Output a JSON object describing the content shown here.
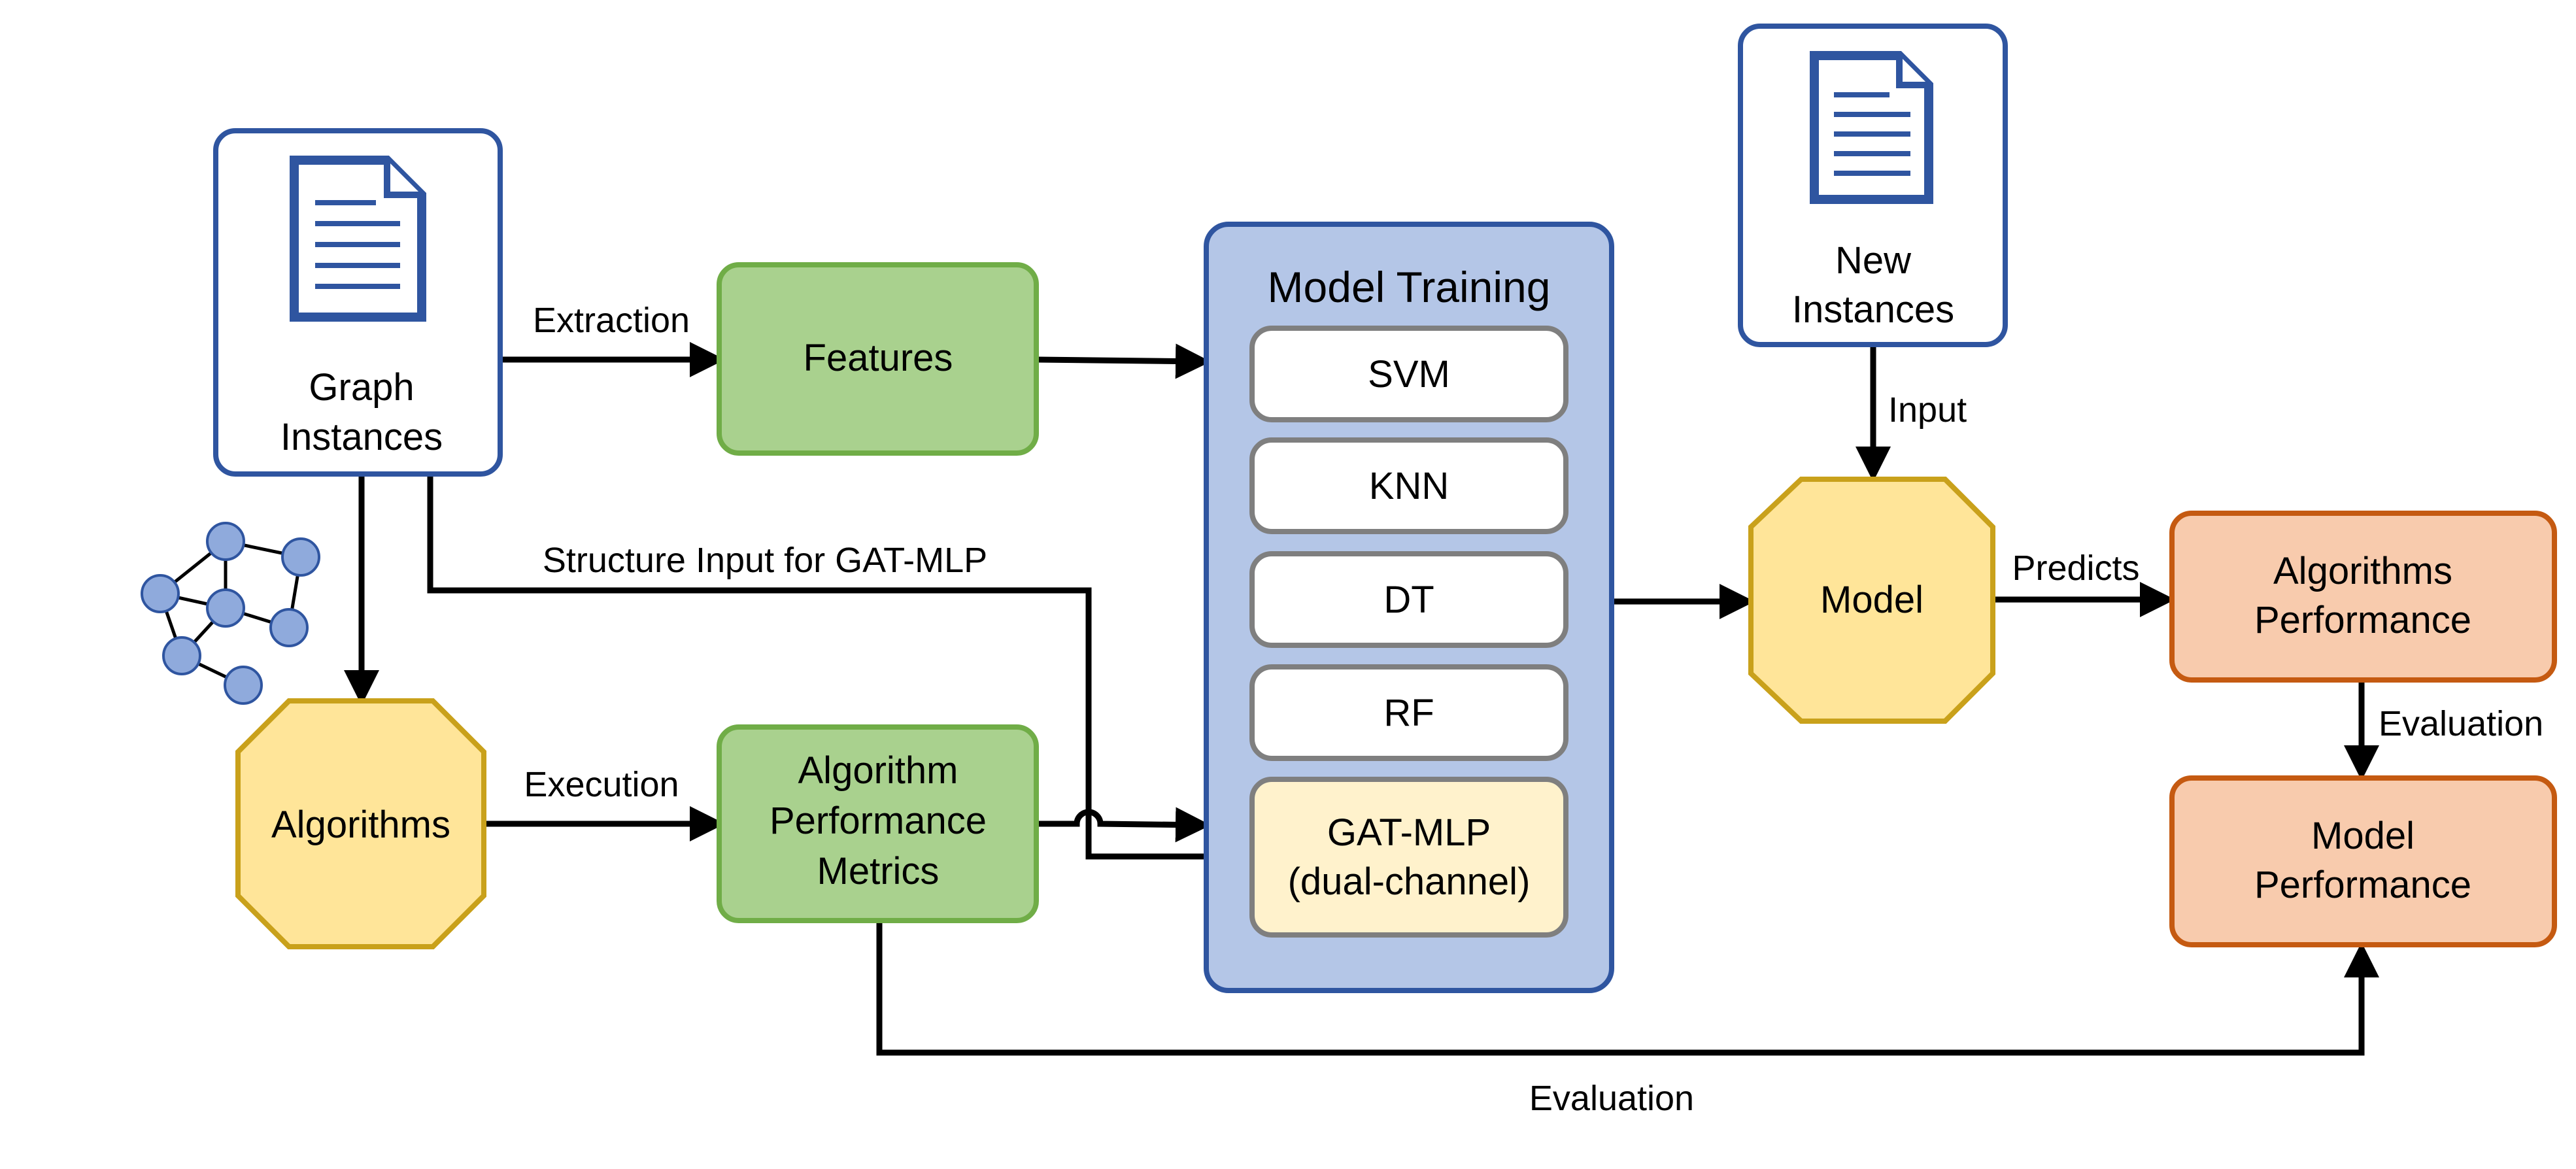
{
  "colors": {
    "doc_stroke": "#2f55a0",
    "green_fill": "#a9d18e",
    "green_stroke": "#70ad47",
    "yellow_fill": "#ffe599",
    "yellow_stroke": "#c9a11b",
    "orange_fill": "#f8cbad",
    "orange_stroke": "#c55a11",
    "panel_fill": "#b4c6e7",
    "panel_stroke": "#2f55a0",
    "model_item_stroke": "#7f7f7f",
    "gat_fill": "#fff2cc",
    "graph_node_fill": "#8faadc"
  },
  "nodes": {
    "graph_instances": {
      "line1": "Graph",
      "line2": "Instances",
      "icon": "document-icon"
    },
    "new_instances": {
      "line1": "New",
      "line2": "Instances",
      "icon": "document-icon"
    },
    "features": {
      "label": "Features"
    },
    "algorithm_performance_metrics": {
      "line1": "Algorithm",
      "line2": "Performance",
      "line3": "Metrics"
    },
    "algorithms": {
      "label": "Algorithms"
    },
    "model": {
      "label": "Model"
    },
    "algorithms_performance": {
      "line1": "Algorithms",
      "line2": "Performance"
    },
    "model_performance": {
      "line1": "Model",
      "line2": "Performance"
    }
  },
  "model_training": {
    "title": "Model Training",
    "models": [
      "SVM",
      "KNN",
      "DT",
      "RF"
    ],
    "gat_mlp": {
      "line1": "GAT-MLP",
      "line2": "(dual-channel)"
    }
  },
  "edges": {
    "extraction": "Extraction",
    "structure_input": "Structure Input for GAT-MLP",
    "execution": "Execution",
    "input": "Input",
    "predicts": "Predicts",
    "evaluation_right": "Evaluation",
    "evaluation_bottom": "Evaluation"
  }
}
